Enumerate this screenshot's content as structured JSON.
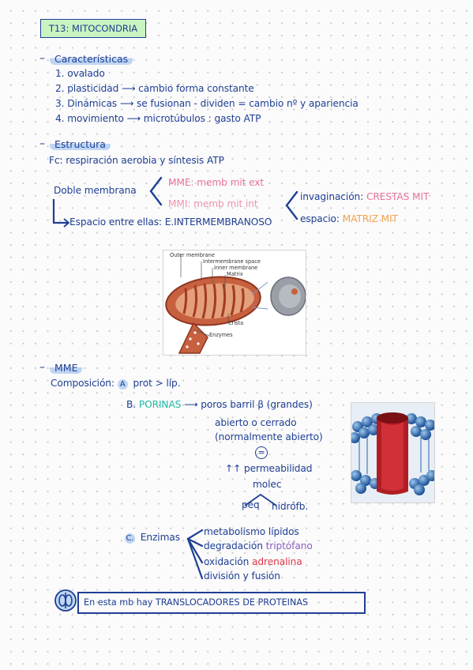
{
  "title": "T13: MITOCONDRIA",
  "caracteristicas": {
    "heading": "Características",
    "items": [
      {
        "num": "1.",
        "text": "ovalado"
      },
      {
        "num": "2.",
        "text": "plasticidad ⟶ cambio forma constante"
      },
      {
        "num": "3.",
        "text": "Dinámicas ⟶ se fusionan - dividen = cambio nº y apariencia"
      },
      {
        "num": "4.",
        "text": "movimiento ⟶ microtúbulos : gasto ATP"
      }
    ]
  },
  "estructura": {
    "heading": "Estructura",
    "fc": "Fc: respiración aerobia y síntesis ATP",
    "doble": "Doble membrana",
    "mme": "MME: memb mit ext",
    "mmi": "MMI: memb mit int",
    "invaginacion_label": "invaginación:",
    "invaginacion_value": "CRESTAS MIT",
    "espacio_label": "espacio:",
    "espacio_value": "MATRIZ MIT",
    "espacio_entre": "Espacio entre ellas: E.INTERMEMBRANOSO"
  },
  "figure": {
    "outer_membrane": "Outer membrane",
    "intermembrane": "Intermembrane space",
    "inner_membrane": "Inner membrane",
    "matrix": "Matrix",
    "crista": "Crista",
    "enzymes": "Enzymes"
  },
  "mme_section": {
    "heading": "MME",
    "composicion": "Composición:",
    "a_letter": "A",
    "a_text": "prot > líp.",
    "b_letter": "B.",
    "b_label": "PORINAS",
    "b_arrow": "⟶ poros barril β (grandes)",
    "b_line2": "abierto o cerrado",
    "b_line3": "(normalmente abierto)",
    "b_eq": "=",
    "b_perm": "↑↑ permeabilidad",
    "b_molec": "molec",
    "b_peq": "peq",
    "b_hidro": "hidrófb.",
    "c_letter": "C.",
    "c_label": "Enzimas",
    "c_items": [
      {
        "text": "metabolismo lípidos",
        "extra": ""
      },
      {
        "text": "degradación",
        "extra": "triptófano"
      },
      {
        "text": "oxidación",
        "extra": "adrenalina"
      },
      {
        "text": "división y fusión",
        "extra": ""
      }
    ]
  },
  "bottom_note": "En esta mb hay TRANSLOCADORES DE PROTEINAS",
  "colors": {
    "ink": "#1f3f94",
    "title_bg": "#c9f4c2",
    "highlight": "#bfd6f3",
    "pink": "#e8749a",
    "orange": "#f2a24f",
    "teal": "#1fb9a7",
    "purple": "#8a5cc3",
    "red": "#e0364a"
  }
}
